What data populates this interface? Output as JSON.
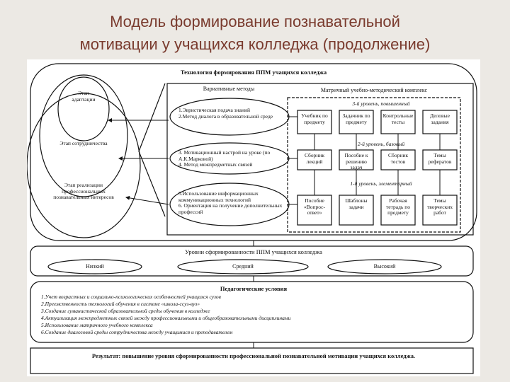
{
  "slide": {
    "title_line1": "Модель формирование познавательной",
    "title_line2": "мотивации  у учащихся колледжа (продолжение)"
  },
  "diagram": {
    "tech_title": "Технология формирования ППМ учащихся колледжа",
    "stages": [
      "Этап адаптации",
      "Этап сотрудничества",
      "Этап реализации профессиональных познавательных интересов"
    ],
    "methods_title": "Вариативные методы",
    "methods": [
      "1.Эвристическая подача знаний\n2.Метод диалога в образовательной среде",
      "3. Мотивационный настрой на уроке (по А.К.Марковой)\n4. Метод межпредметных связей",
      "5.Использование информационных коммуникационных технологий\n6. Ориентация на получение дополнительных профессий"
    ],
    "complex_title": "Матричный учебно-методический комплекс",
    "levels": [
      "3-й уровень, повышенный",
      "2-й уровень, базовый",
      "1-й уровень, элементарный"
    ],
    "level3": [
      "Учебник по предмету",
      "Задачник по предмету",
      "Контрольные тесты",
      "Деловые задания"
    ],
    "level2": [
      "Сборник лекций",
      "Пособие к решению задач",
      "Сборник тестов",
      "Темы рефератов"
    ],
    "level1": [
      "Пособие «Вопрос-ответ»",
      "Шаблоны задачи",
      "Рабочая тетрадь по предмету",
      "Темы творческих работ"
    ],
    "levels_title": "Уровни сформированности ППМ учащихся колледжа",
    "grades": [
      "Низкий",
      "Средний",
      "Высокий"
    ],
    "conditions_title": "Педагогические условия",
    "conditions": [
      "1.Учет возрастных и социально-психологических особенностей учащихся сузов",
      "2.Преемственность технологий обучения в системе «школа-ссуз-вуз»",
      "3.Создание гуманистической образовательной среды обучения в колледже",
      "4.Актуализация межпредметных связей между профессиональными и общеобразовательными дисциплинами",
      "5.Использование матричного учебного комплекса",
      "6.Создание диалоговой среды сотрудничества между учащимися и преподавателем"
    ],
    "result": "Результат: повышение уровня сформированности профессиональной познавательной мотивации учащихся колледжа."
  },
  "colors": {
    "title": "#7a3b2e",
    "background": "#ece9e4",
    "line": "#111111"
  }
}
